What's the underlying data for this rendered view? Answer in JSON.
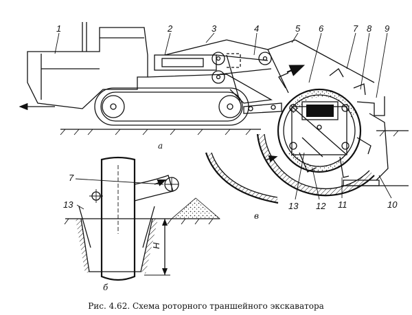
{
  "figure": {
    "caption": "Рис. 4.62. Схема роторного траншейного экскаватора",
    "part_labels": {
      "a": "а",
      "b": "б",
      "v": "в"
    },
    "depth_label": "Н",
    "numbers": [
      "1",
      "2",
      "3",
      "4",
      "5",
      "6",
      "7",
      "8",
      "9",
      "10",
      "11",
      "12",
      "13"
    ],
    "inset_numbers": {
      "n7": "7",
      "n13": "13"
    }
  }
}
